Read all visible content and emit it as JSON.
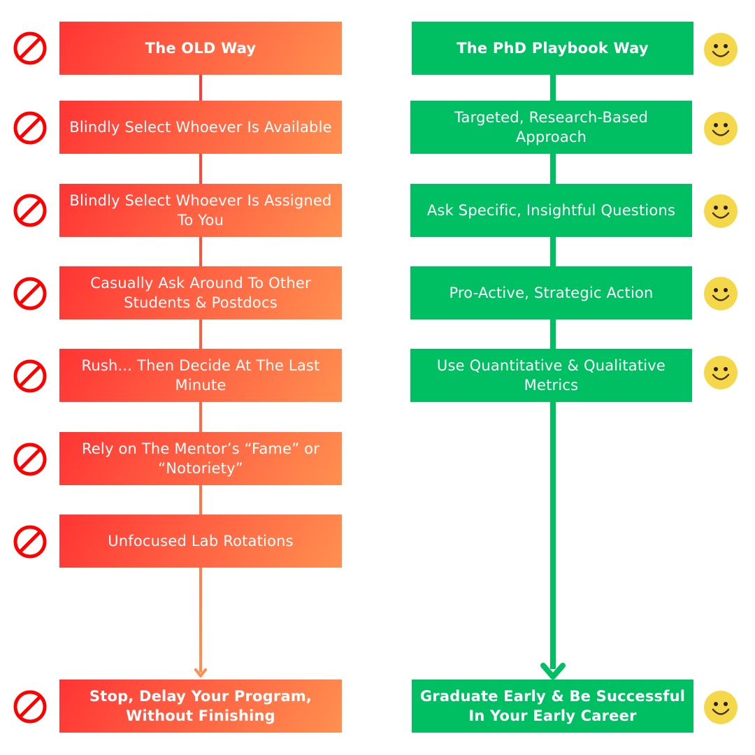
{
  "colors": {
    "old_start": "#ff3434",
    "old_end": "#ff9050",
    "new": "#00bf63",
    "no_icon": "#ff0000",
    "smile_face": "#f5d84a",
    "smile_features": "#3a2a1a"
  },
  "old_way": {
    "header": "The OLD Way",
    "steps": [
      "Blindly Select Whoever Is Available",
      "Blindly Select Whoever Is Assigned To You",
      "Casually Ask Around To Other Students & Postdocs",
      "Rush... Then Decide At The Last Minute",
      "Rely on The Mentor’s “Fame” or “Notoriety”",
      "Unfocused Lab Rotations"
    ],
    "outcome": "Stop, Delay Your Program, Without Finishing",
    "icon": "prohibited-icon"
  },
  "new_way": {
    "header": "The PhD Playbook Way",
    "steps": [
      "Targeted, Research-Based Approach",
      "Ask Specific, Insightful Questions",
      "Pro-Active, Strategic Action",
      "Use Quantitative & Qualitative Metrics"
    ],
    "outcome": "Graduate Early & Be Successful In Your Early Career",
    "icon": "smiley-face-icon"
  }
}
